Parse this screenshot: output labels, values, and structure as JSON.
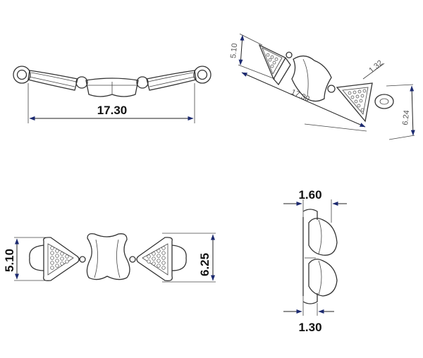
{
  "dimensions": {
    "top_length": "17.30",
    "iso_height": "5.10",
    "iso_length": "17.30",
    "iso_width": "6.24",
    "iso_small": "1.32",
    "front_left": "5.10",
    "front_right": "6.25",
    "side_top": "1.60",
    "side_bottom": "1.30"
  },
  "colors": {
    "line": "#333333",
    "arrow": "#1c2a70",
    "text": "#111111"
  }
}
